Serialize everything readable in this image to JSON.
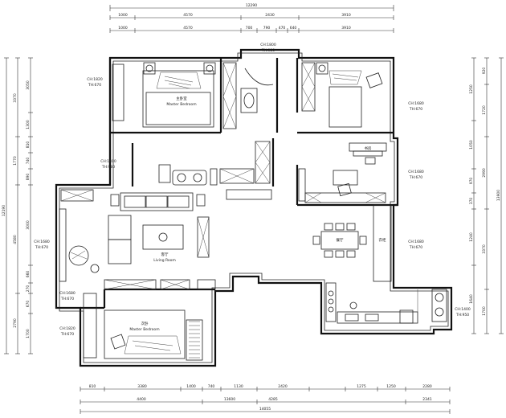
{
  "dimensions": {
    "top_total": "12290",
    "top_row1": [
      "1000",
      "4570",
      "2430",
      "3910"
    ],
    "top_row2": [
      "1000",
      "4570",
      "700",
      "790",
      "470",
      "640",
      "3910"
    ],
    "bottom_row1": [
      "810",
      "3380",
      "1400",
      "740",
      "1130",
      "2420",
      "",
      "1275",
      "1250",
      "2280"
    ],
    "bottom_row2": [
      "4400",
      "13600",
      "4285",
      "2341"
    ],
    "bottom_total": "14055",
    "left_row1": [
      "3370",
      "1770",
      "4580",
      "2790"
    ],
    "left_row2": [
      "3050",
      "1300",
      "810",
      "740",
      "890",
      "3000",
      "660",
      "270",
      "670",
      "1700"
    ],
    "left_total": "12190",
    "right_row1": [
      "920",
      "1720",
      "2990",
      "3370",
      "1700"
    ],
    "right_row2": [
      "1250",
      "1050",
      "970",
      "370",
      "1240",
      "1640"
    ],
    "right_total": "13900"
  },
  "annotations": {
    "ch_1800": "CH:1800",
    "th_980_top": "TH:980",
    "ch_1820_top": "CH:1820",
    "th_670_a": "TH:670",
    "ch_1680_right_top": "CH:1680",
    "th_670_b": "TH:670",
    "ch_1400_mid": "CH:1400",
    "th_980_mid": "TH:980",
    "ch_1680_right_mid": "CH:1680",
    "th_670_c": "TH:670",
    "ch_1680_left": "CH:1680",
    "th_670_d": "TH:670",
    "ch_1680_right_low": "CH:1680",
    "th_670_e": "TH:670",
    "ch_1680_left_low": "CH:1680",
    "th_670_f": "TH:670",
    "ch_1400_kitchen": "CH:1400",
    "th_950": "TH:950",
    "ch_1820_bottom": "CH:1820",
    "th_670_g": "TH:670"
  },
  "rooms": {
    "master_bedroom_cn": "主卧室",
    "master_bedroom_en": "Master Bedroom",
    "living_cn": "客厅",
    "living_en": "Living Room",
    "study_cn": "书房",
    "dining_cn": "餐厅",
    "bedroom_cn": "次卧",
    "bedroom_en": "Master Bedroom",
    "side_label": "衣柜"
  }
}
